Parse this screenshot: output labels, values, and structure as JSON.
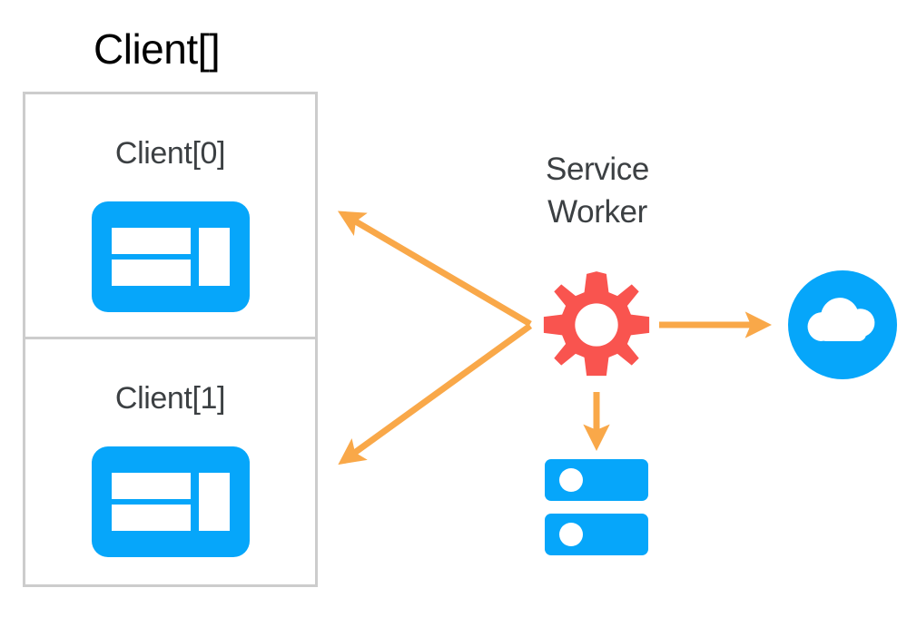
{
  "diagram": {
    "title": "Client[]",
    "background_color": "#ffffff",
    "colors": {
      "title_text": "#000000",
      "label_text": "#3c4043",
      "box_border": "#cccccc",
      "browser_blue": "#06a6fa",
      "cloud_blue": "#06a6fa",
      "server_blue": "#06a6fa",
      "gear_red": "#f9544f",
      "arrow_orange": "#f9a849"
    }
  },
  "clients": {
    "container_name": "Client[]",
    "items": [
      {
        "label": "Client[0]",
        "icon": "browser-window-icon"
      },
      {
        "label": "Client[1]",
        "icon": "browser-window-icon"
      }
    ]
  },
  "service_worker": {
    "label_line1": "Service",
    "label_line2": "Worker",
    "icon": "gear-icon"
  },
  "network": {
    "label": "",
    "icon": "cloud-icon"
  },
  "storage": {
    "label": "",
    "icon": "server-database-icon"
  },
  "arrows": [
    {
      "name": "sw-to-client0",
      "from": "service-worker",
      "to": "client-0",
      "direction": "up-left",
      "style": "single-head"
    },
    {
      "name": "sw-to-client1",
      "from": "service-worker",
      "to": "client-1",
      "direction": "down-left",
      "style": "single-head"
    },
    {
      "name": "sw-to-cloud",
      "from": "service-worker",
      "to": "cloud",
      "direction": "right",
      "style": "single-head"
    },
    {
      "name": "sw-to-server",
      "from": "service-worker",
      "to": "server",
      "direction": "down",
      "style": "single-head"
    }
  ]
}
